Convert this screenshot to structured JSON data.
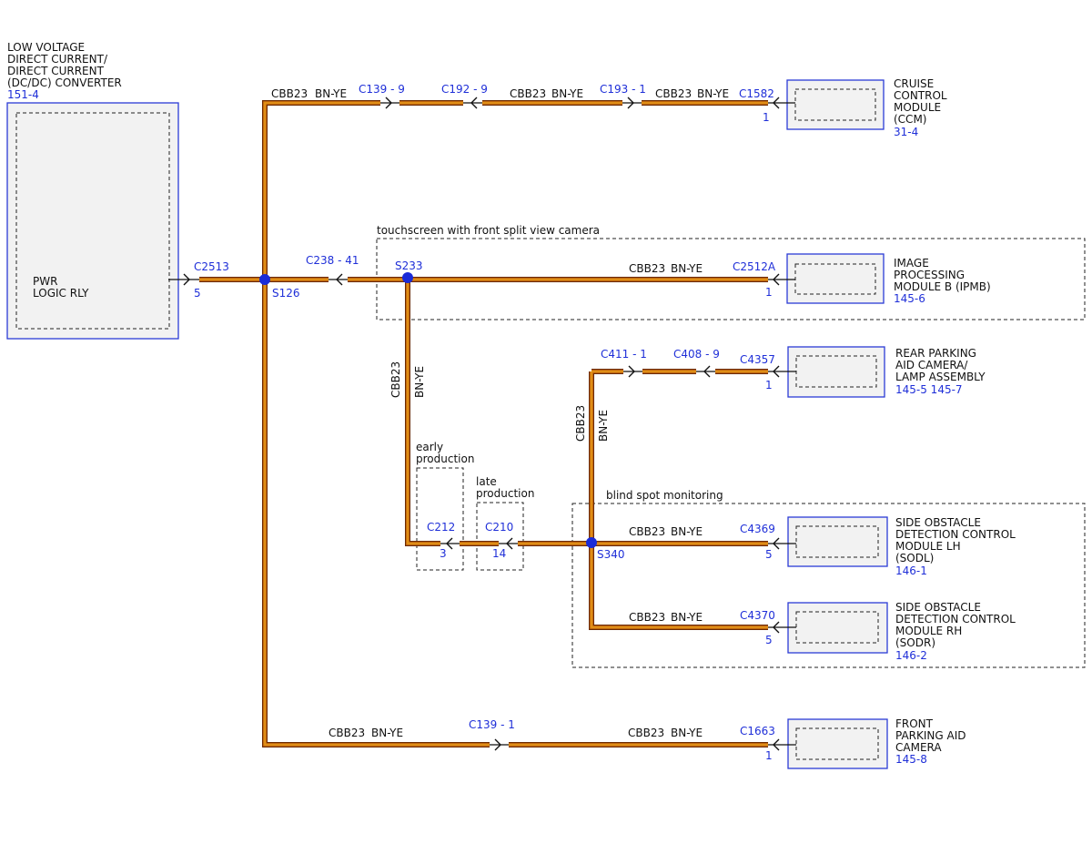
{
  "colors": {
    "wire_outer": "#6b2a00",
    "wire_fill": "#d97a12",
    "wire_core": "#e5a21a",
    "module_border": "#2b3bd6",
    "ref_text": "#1f2fd8",
    "splice": "#1a2bd8"
  },
  "modules": {
    "dcdc": {
      "name_lines": [
        "LOW VOLTAGE",
        "DIRECT CURRENT/",
        "DIRECT CURRENT",
        "(DC/DC) CONVERTER"
      ],
      "ref": "151-4",
      "pin_label_lines": [
        "PWR",
        "LOGIC RLY"
      ]
    },
    "ccm": {
      "name_lines": [
        "CRUISE",
        "CONTROL",
        "MODULE",
        "(CCM)"
      ],
      "ref": "31-4"
    },
    "ipmb": {
      "name_lines": [
        "IMAGE",
        "PROCESSING",
        "MODULE B (IPMB)"
      ],
      "ref": "145-6"
    },
    "rear_camera": {
      "name_lines": [
        "REAR PARKING",
        "AID CAMERA/",
        "LAMP ASSEMBLY"
      ],
      "ref": "145-5 145-7"
    },
    "sodl": {
      "name_lines": [
        "SIDE OBSTACLE",
        "DETECTION CONTROL",
        "MODULE LH",
        "(SODL)"
      ],
      "ref": "146-1"
    },
    "sodr": {
      "name_lines": [
        "SIDE OBSTACLE",
        "DETECTION CONTROL",
        "MODULE RH",
        "(SODR)"
      ],
      "ref": "146-2"
    },
    "front_camera": {
      "name_lines": [
        "FRONT",
        "PARKING AID",
        "CAMERA"
      ],
      "ref": "145-8"
    }
  },
  "connectors": {
    "c2513": "C2513",
    "c2513_pin": "5",
    "c139_9": "C139 - 9",
    "c192_9": "C192 - 9",
    "c193_1": "C193 - 1",
    "c1582": "C1582",
    "c1582_pin": "1",
    "c238_41": "C238 - 41",
    "c2512a": "C2512A",
    "c2512a_pin": "1",
    "c411_1": "C411 - 1",
    "c408_9": "C408 - 9",
    "c4357": "C4357",
    "c4357_pin": "1",
    "c212": "C212",
    "c212_pin": "3",
    "c210": "C210",
    "c210_pin": "14",
    "c4369": "C4369",
    "c4369_pin": "5",
    "c4370": "C4370",
    "c4370_pin": "5",
    "c139_1": "C139 - 1",
    "c1663": "C1663",
    "c1663_pin": "1"
  },
  "splices": {
    "s126": "S126",
    "s233": "S233",
    "s340": "S340"
  },
  "wire": {
    "circuit": "CBB23",
    "color": "BN-YE"
  },
  "zones": {
    "touchscreen": "touchscreen with front split view camera",
    "blind_spot": "blind spot monitoring",
    "early_lines": [
      "early",
      "production"
    ],
    "late_lines": [
      "late",
      "production"
    ]
  }
}
